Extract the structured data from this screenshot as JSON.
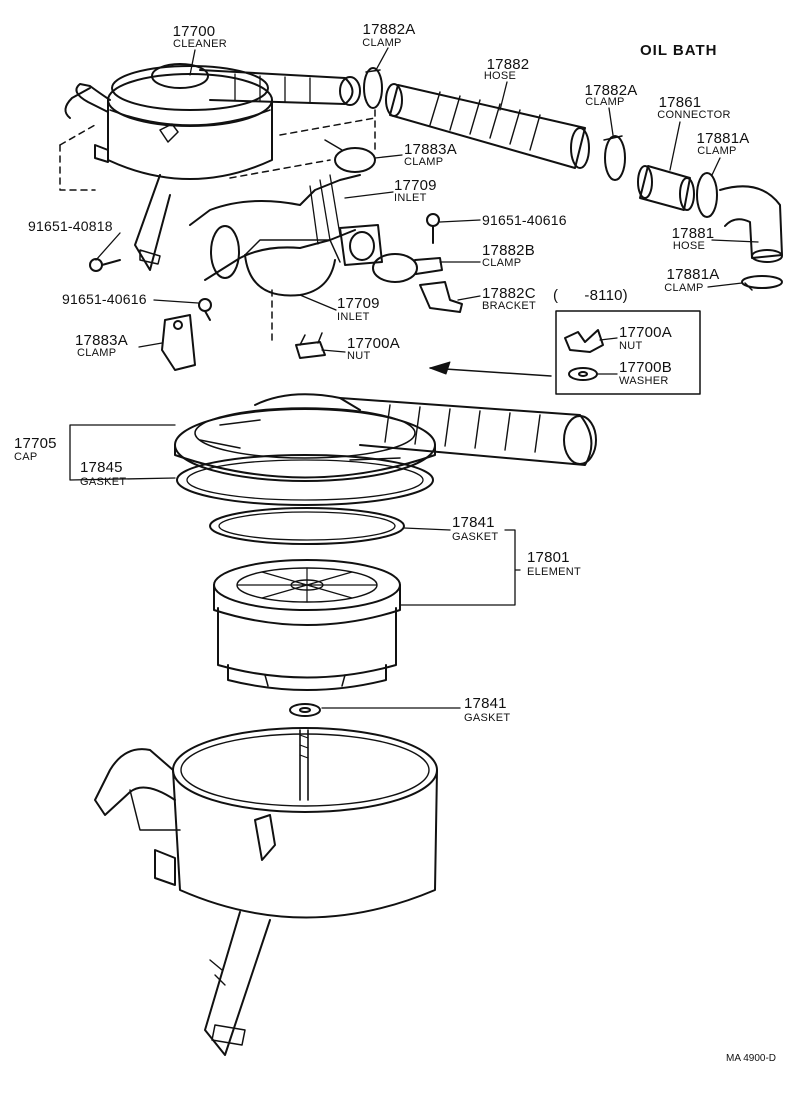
{
  "header": {
    "title": "OIL BATH"
  },
  "footer": {
    "code": "MA 4900-D"
  },
  "colors": {
    "ink": "#111111",
    "paper": "#ffffff"
  },
  "callouts": {
    "cleaner": {
      "part": "17700",
      "name": "CLEANER"
    },
    "clamp_top": {
      "part": "17882A",
      "name": "CLAMP"
    },
    "hose_17882": {
      "part": "17882",
      "name": "HOSE"
    },
    "clamp_right": {
      "part": "17882A",
      "name": "CLAMP"
    },
    "connector": {
      "part": "17861",
      "name": "CONNECTOR"
    },
    "clamp_17881a_upper": {
      "part": "17881A",
      "name": "CLAMP"
    },
    "hose_17881": {
      "part": "17881",
      "name": "HOSE"
    },
    "clamp_17881a_lower": {
      "part": "17881A",
      "name": "CLAMP"
    },
    "clamp_17883a_upper": {
      "part": "17883A",
      "name": "CLAMP"
    },
    "inlet_upper": {
      "part": "17709",
      "name": "INLET"
    },
    "bolt_40616_right": {
      "part": "91651-40616"
    },
    "bolt_40818": {
      "part": "91651-40818"
    },
    "clamp_17882b": {
      "part": "17882B",
      "name": "CLAMP"
    },
    "bracket_17882c": {
      "part": "17882C",
      "name": "BRACKET"
    },
    "range_note": {
      "text": "(      -8110)"
    },
    "bolt_40616_left": {
      "part": "91651-40616"
    },
    "inlet_lower": {
      "part": "17709",
      "name": "INLET"
    },
    "clamp_17883a_lower": {
      "part": "17883A",
      "name": "CLAMP"
    },
    "nut_main": {
      "part": "17700A",
      "name": "NUT"
    },
    "nut_box": {
      "part": "17700A",
      "name": "NUT"
    },
    "washer_box": {
      "part": "17700B",
      "name": "WASHER"
    },
    "cap": {
      "part": "17705",
      "name": "CAP"
    },
    "gasket_17845": {
      "part": "17845",
      "name": "GASKET"
    },
    "gasket_17841_upper": {
      "part": "17841",
      "name": "GASKET"
    },
    "element": {
      "part": "17801",
      "name": "ELEMENT"
    },
    "gasket_17841_lower": {
      "part": "17841",
      "name": "GASKET"
    }
  }
}
